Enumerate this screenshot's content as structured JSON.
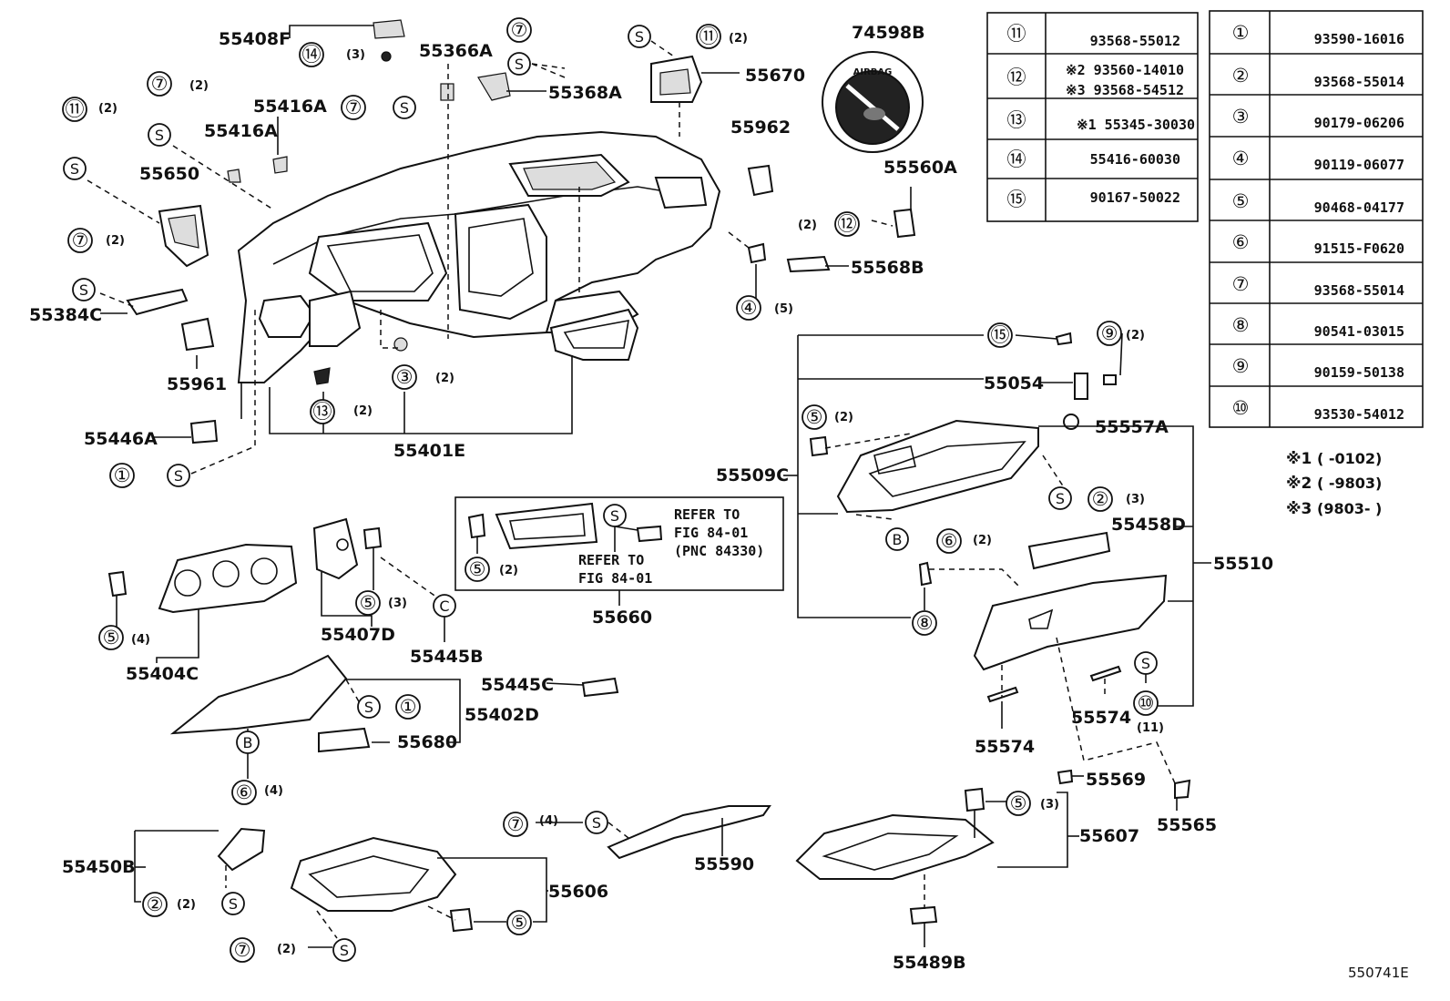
{
  "parts": {
    "p55408F": "55408F",
    "p55366A": "55366A",
    "p55368A": "55368A",
    "p55670": "55670",
    "p74598B": "74598B",
    "p55416A_1": "55416A",
    "p55416A_2": "55416A",
    "p55650": "55650",
    "p55962": "55962",
    "p55560A": "55560A",
    "p55568B": "55568B",
    "p55384C": "55384C",
    "p55961": "55961",
    "p55446A": "55446A",
    "p55401E": "55401E",
    "p55054": "55054",
    "p55557A": "55557A",
    "p55509C": "55509C",
    "p55458D": "55458D",
    "p55510": "55510",
    "p55660": "55660",
    "p55404C": "55404C",
    "p55407D": "55407D",
    "p55445B": "55445B",
    "p55445C": "55445C",
    "p55402D": "55402D",
    "p55680": "55680",
    "p55574_1": "55574",
    "p55574_2": "55574",
    "p55569": "55569",
    "p55565": "55565",
    "p55450B": "55450B",
    "p55606": "55606",
    "p55590": "55590",
    "p55607": "55607",
    "p55489B": "55489B",
    "footer_code": "550741E"
  },
  "qty": {
    "q14": "(3)",
    "q11_top": "(2)",
    "q7_a": "(2)",
    "q11_left": "(2)",
    "q7_b": "(2)",
    "q12": "(2)",
    "q4": "(5)",
    "q3": "(2)",
    "q13": "(2)",
    "q9": "(2)",
    "q5_a": "(2)",
    "q2_a": "(3)",
    "q6_a": "(2)",
    "q5_b": "(2)",
    "q5_c": "(3)",
    "q5_d": "(4)",
    "q6_b": "(4)",
    "q7_c": "(4)",
    "q5_e": "(3)",
    "q2_b": "(2)",
    "q7_d": "(2)",
    "q11_bottom": "(11)"
  },
  "airbag_text": "AIRBAG",
  "refer_note": {
    "line1": "REFER TO",
    "line2": "FIG 84-01",
    "line3": "(PNC 84330)",
    "line4": "REFER TO",
    "line5": "FIG 84-01"
  },
  "table_left": [
    {
      "code": "⑪",
      "part": "93568-55012"
    },
    {
      "code": "⑫",
      "part": "※2 93560-14010",
      "part2": "※3 93568-54512"
    },
    {
      "code": "⑬",
      "part": "※1  55345-30030"
    },
    {
      "code": "⑭",
      "part": "55416-60030"
    },
    {
      "code": "⑮",
      "part": "90167-50022"
    }
  ],
  "table_right": [
    {
      "code": "①",
      "part": "93590-16016"
    },
    {
      "code": "②",
      "part": "93568-55014"
    },
    {
      "code": "③",
      "part": "90179-06206"
    },
    {
      "code": "④",
      "part": "90119-06077"
    },
    {
      "code": "⑤",
      "part": "90468-04177"
    },
    {
      "code": "⑥",
      "part": "91515-F0620"
    },
    {
      "code": "⑦",
      "part": "93568-55014"
    },
    {
      "code": "⑧",
      "part": "90541-03015"
    },
    {
      "code": "⑨",
      "part": "90159-50138"
    },
    {
      "code": "⑩",
      "part": "93530-54012"
    }
  ],
  "footnotes": [
    {
      "mark": "※1",
      "range": "(      -0102)"
    },
    {
      "mark": "※2",
      "range": "(      -9803)"
    },
    {
      "mark": "※3",
      "range": "(9803-      )"
    }
  ],
  "symbols": {
    "S": "S",
    "B": "B",
    "C": "C"
  }
}
